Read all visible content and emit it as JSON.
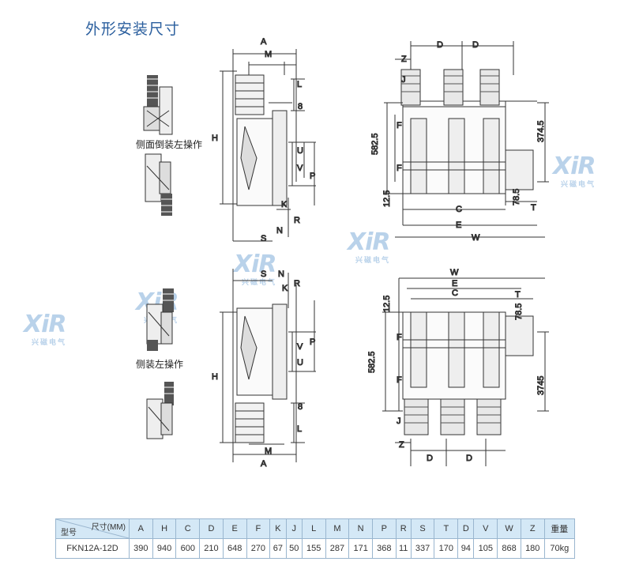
{
  "title": "外形安装尺寸",
  "captions": {
    "top_left": "侧面倒装左操作",
    "bottom_left": "侧装左操作"
  },
  "watermark": {
    "logo": "XiR",
    "name": "兴磁电气"
  },
  "diagram_labels": {
    "A": "A",
    "M": "M",
    "L": "L",
    "eight": "8",
    "H": "H",
    "U": "U",
    "V": "V",
    "P": "P",
    "K": "K",
    "N": "N",
    "R": "R",
    "S": "S",
    "Z": "Z",
    "D": "D",
    "J": "J",
    "F": "F",
    "C": "C",
    "E": "E",
    "W": "W",
    "T": "T",
    "d582": "582.5",
    "d125": "12.5",
    "d3745": "374.5",
    "d785": "78.5",
    "d3745b": "3745"
  },
  "spec_table": {
    "corner_top": "尺寸(MM)",
    "corner_bottom": "型号",
    "columns": [
      "A",
      "H",
      "C",
      "D",
      "E",
      "F",
      "K",
      "J",
      "L",
      "M",
      "N",
      "P",
      "R",
      "S",
      "T",
      "D",
      "V",
      "W",
      "Z",
      "重量"
    ],
    "rows": [
      {
        "model": "FKN12A-12D",
        "values": [
          "390",
          "940",
          "600",
          "210",
          "648",
          "270",
          "67",
          "50",
          "155",
          "287",
          "171",
          "368",
          "11",
          "337",
          "170",
          "94",
          "105",
          "868",
          "180",
          "70kg"
        ]
      }
    ]
  },
  "colors": {
    "title": "#2b5f9e",
    "table_header": "#d4e8f6",
    "watermark": "#b9d2ea"
  }
}
